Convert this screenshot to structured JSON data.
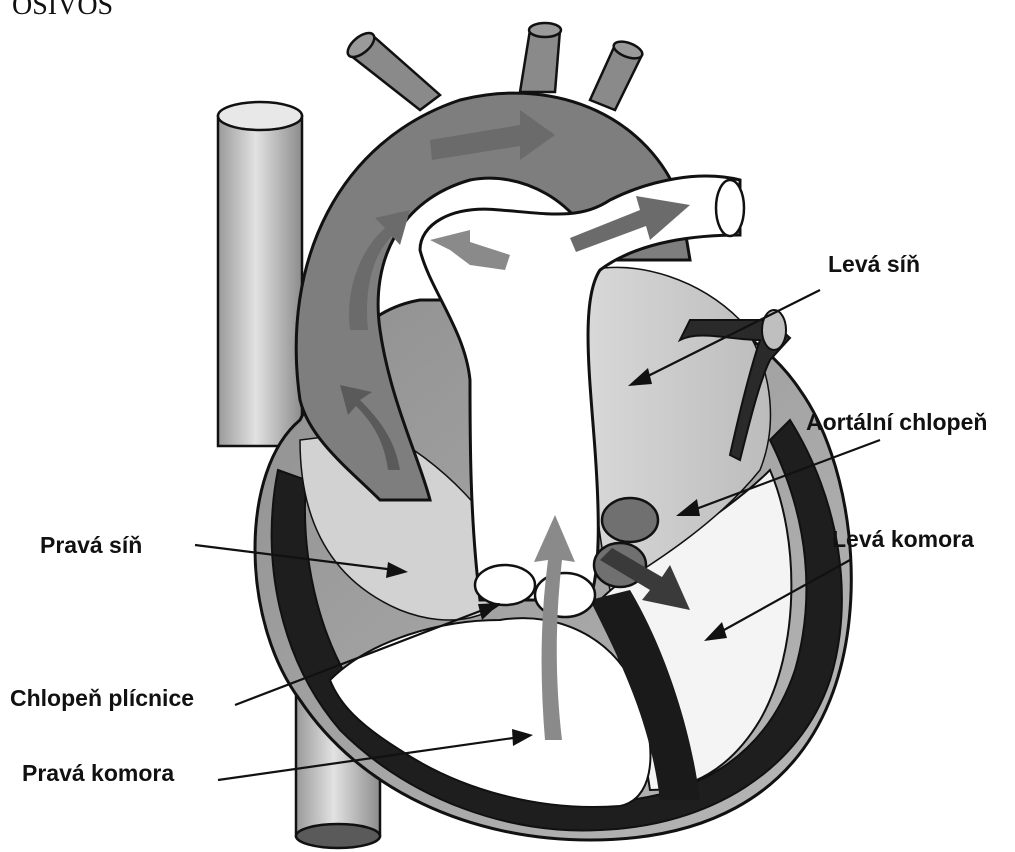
{
  "labels": {
    "top_fragment": "OSIVOS",
    "leva_sin": "Levá síň",
    "aortalni_chlopen": "Aortální chlopeň",
    "leva_komora": "Levá komora",
    "prava_sin": "Pravá síň",
    "chlopen_plicnice": "Chlopeň plícnice",
    "prava_komora": "Pravá komora"
  },
  "colors": {
    "background": "#ffffff",
    "outline": "#111111",
    "dark_wall": "#1e1e1e",
    "mid_grey": "#8a8a8a",
    "light_grey": "#c8c8c8",
    "vessel_grey": "#b5b5b5"
  }
}
